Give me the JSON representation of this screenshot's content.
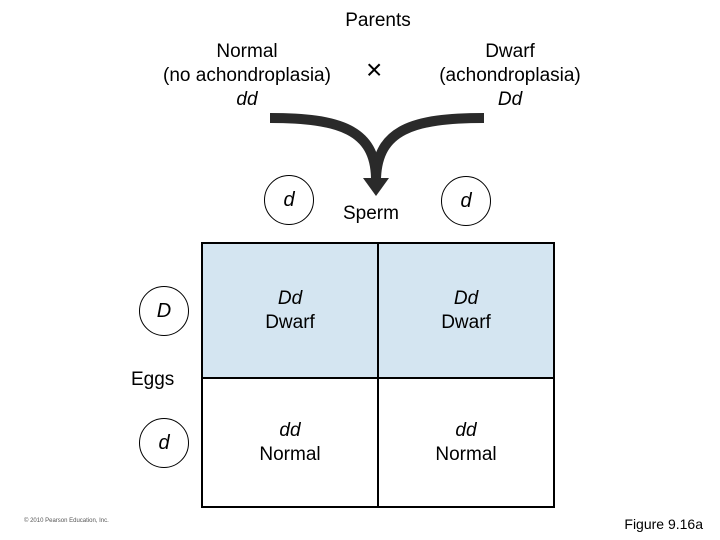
{
  "title": "Parents",
  "parent_left": {
    "line1": "Normal",
    "line2": "(no achondroplasia)",
    "genotype": "dd"
  },
  "parent_right": {
    "line1": "Dwarf",
    "line2": "(achondroplasia)",
    "genotype": "Dd"
  },
  "cross_symbol": "×",
  "sperm": {
    "label": "Sperm",
    "alleles": [
      "d",
      "d"
    ]
  },
  "eggs": {
    "label": "Eggs",
    "alleles": [
      "D",
      "d"
    ]
  },
  "punnett": [
    [
      {
        "genotype": "Dd",
        "phenotype": "Dwarf"
      },
      {
        "genotype": "Dd",
        "phenotype": "Dwarf"
      }
    ],
    [
      {
        "genotype": "dd",
        "phenotype": "Normal"
      },
      {
        "genotype": "dd",
        "phenotype": "Normal"
      }
    ]
  ],
  "colors": {
    "dwarf_cell": "#d4e5f1",
    "normal_cell": "#ffffff"
  },
  "copyright": "© 2010 Pearson Education, Inc.",
  "figure_label": "Figure 9.16a"
}
